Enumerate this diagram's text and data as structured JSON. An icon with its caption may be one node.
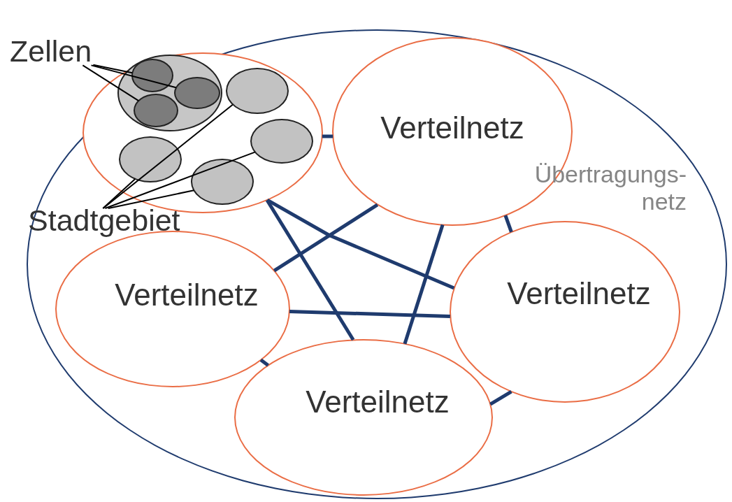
{
  "diagram": {
    "nodes": [
      {
        "text": [
          "Übertragungs- netz"
        ]
      },
      {
        "text": [],
        "shape": "circle",
        "in": 0
      },
      {
        "text": [],
        "shape": "circle",
        "in": 1
      },
      {
        "text": [],
        "shape": "circle",
        "in": 2
      },
      {
        "text": [],
        "shape": "circle",
        "in": 2
      },
      {
        "text": [],
        "shape": "circle",
        "in": 2
      },
      {
        "text": [],
        "shape": "circle",
        "in": 1
      },
      {
        "text": [],
        "shape": "circle",
        "in": 1
      },
      {
        "text": [],
        "shape": "circle",
        "in": 1
      },
      {
        "text": [],
        "shape": "circle",
        "in": 1
      },
      {
        "text": [
          "Verteilnetz"
        ],
        "in": 0
      },
      {
        "text": [
          "Verteilnetz"
        ],
        "in": 0
      },
      {
        "text": [
          "Verteilnetz"
        ],
        "in": 0
      },
      {
        "text": [
          "Verteilnetz"
        ],
        "in": 0
      },
      {
        "text": [
          "Zellen"
        ]
      },
      {
        "text": [
          "Stadtgebiet"
        ],
        "in": 0
      }
    ],
    "edges": [
      {
        "from": 1,
        "to": 10,
        "arrow": "none"
      },
      {
        "from": 1,
        "to": 12,
        "arrow": "none"
      },
      {
        "from": 1,
        "to": 13,
        "arrow": "none"
      },
      {
        "from": 10,
        "to": 11,
        "arrow": "none"
      },
      {
        "from": 10,
        "to": 13,
        "arrow": "none"
      },
      {
        "from": 10,
        "to": 12,
        "arrow": "none"
      },
      {
        "from": 11,
        "to": 12,
        "arrow": "none"
      },
      {
        "from": 11,
        "to": 13,
        "arrow": "none"
      },
      {
        "from": 12,
        "to": 13,
        "arrow": "none"
      },
      {
        "from": 14,
        "to": 3,
        "arrow": "none",
        "color": "#000000"
      },
      {
        "from": 14,
        "to": 4,
        "arrow": "none",
        "color": "#000000"
      },
      {
        "from": 14,
        "to": 5,
        "arrow": "none",
        "color": "#000000"
      },
      {
        "from": 15,
        "to": 6,
        "arrow": "none",
        "color": "#000000"
      },
      {
        "from": 15,
        "to": 7,
        "arrow": "none",
        "color": "#000000"
      },
      {
        "from": 15,
        "to": 8,
        "arrow": "none",
        "color": "#000000"
      },
      {
        "from": 15,
        "to": 9,
        "arrow": "none",
        "color": "#000000"
      }
    ]
  }
}
